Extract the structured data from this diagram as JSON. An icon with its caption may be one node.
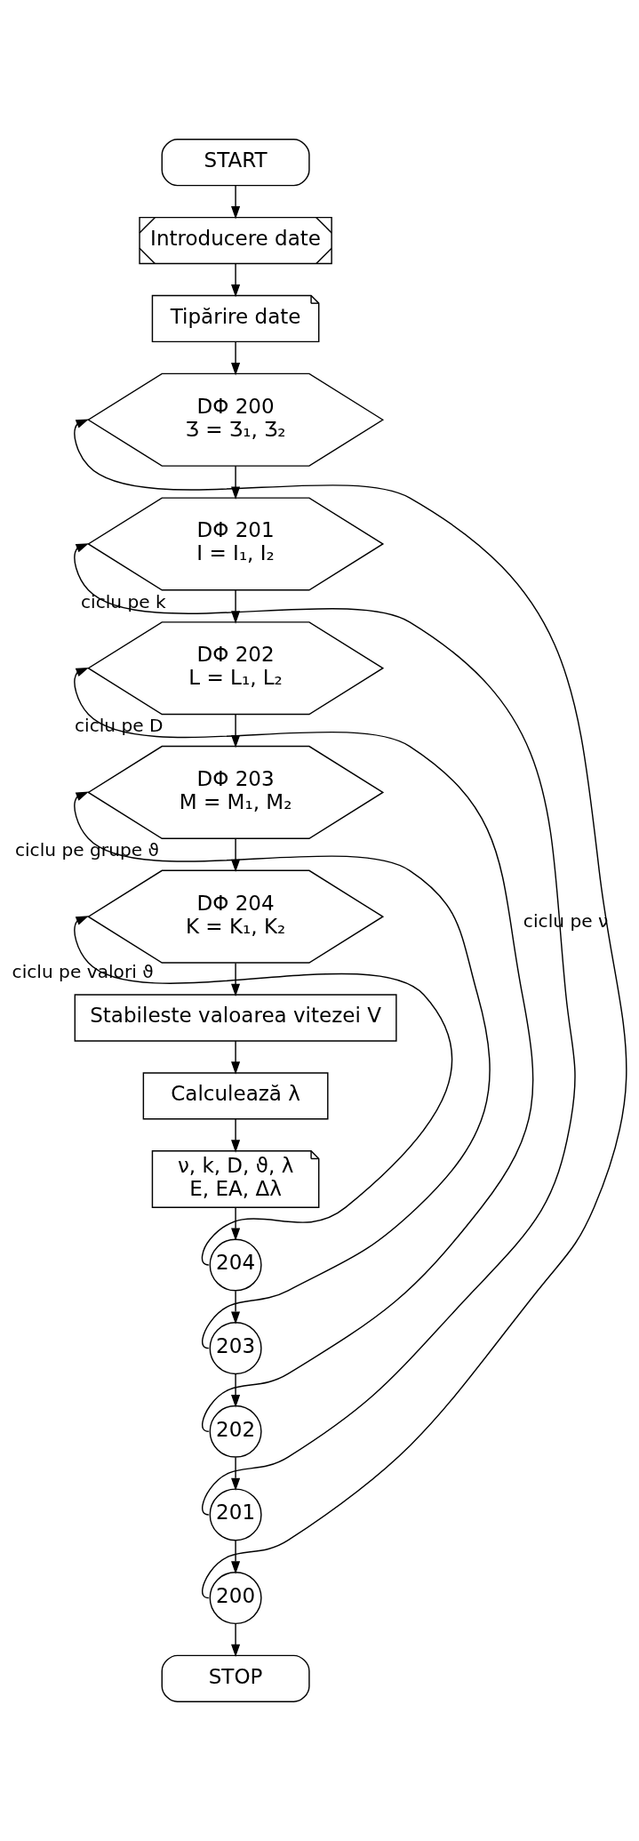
{
  "diagram": {
    "nodes": [
      {
        "text": [
          "START"
        ]
      },
      {
        "text": [
          "Introducere date"
        ]
      },
      {
        "text": [
          "Tipărire date"
        ]
      },
      {
        "text": [
          "DΦ 200",
          "Ʒ = Ʒ₁, Ʒ₂"
        ]
      },
      {
        "text": [
          "DΦ 201",
          "I = I₁, I₂"
        ]
      },
      {
        "text": [
          "DΦ 202",
          "L = L₁, L₂"
        ]
      },
      {
        "text": [
          "DΦ 203",
          "M = M₁, M₂"
        ]
      },
      {
        "text": [
          "DΦ 204",
          "K = K₁, K₂"
        ]
      },
      {
        "text": [
          "Stabileste valoarea vitezei V"
        ]
      },
      {
        "text": [
          "Calculează λ"
        ]
      },
      {
        "text": [
          "ν, k, D, ϑ, λ",
          "E, EA, Δλ"
        ]
      },
      {
        "text": [
          "204"
        ]
      },
      {
        "text": [
          "203"
        ]
      },
      {
        "text": [
          "202"
        ]
      },
      {
        "text": [
          "201"
        ]
      },
      {
        "text": [
          "200"
        ]
      },
      {
        "text": [
          "STOP"
        ]
      }
    ],
    "edges": [
      {
        "from": 0,
        "to": 1,
        "arrow": "to"
      },
      {
        "from": 1,
        "to": 2,
        "arrow": "to"
      },
      {
        "from": 2,
        "to": 3,
        "arrow": "to"
      },
      {
        "from": 3,
        "to": 4,
        "arrow": "to"
      },
      {
        "from": 4,
        "to": 5,
        "arrow": "to"
      },
      {
        "from": 5,
        "to": 6,
        "arrow": "to"
      },
      {
        "from": 6,
        "to": 7,
        "arrow": "to"
      },
      {
        "from": 7,
        "to": 8,
        "arrow": "to"
      },
      {
        "from": 8,
        "to": 9,
        "arrow": "to"
      },
      {
        "from": 9,
        "to": 10,
        "arrow": "to"
      },
      {
        "from": 10,
        "to": 11,
        "arrow": "to"
      },
      {
        "from": 11,
        "to": 12,
        "arrow": "to"
      },
      {
        "from": 12,
        "to": 13,
        "arrow": "to"
      },
      {
        "from": 13,
        "to": 14,
        "arrow": "to"
      },
      {
        "from": 14,
        "to": 15,
        "arrow": "to"
      },
      {
        "from": 15,
        "to": 16,
        "arrow": "to"
      },
      {
        "from": 11,
        "to": 7,
        "arrow": "to",
        "label": "ciclu pe valori ϑ"
      },
      {
        "from": 12,
        "to": 6,
        "arrow": "to",
        "label": "ciclu pe grupe ϑ"
      },
      {
        "from": 13,
        "to": 5,
        "arrow": "to",
        "label": "ciclu pe D"
      },
      {
        "from": 14,
        "to": 4,
        "arrow": "to",
        "label": "ciclu pe k"
      },
      {
        "from": 15,
        "to": 3,
        "arrow": "to",
        "label": "ciclu pe ν"
      }
    ]
  }
}
